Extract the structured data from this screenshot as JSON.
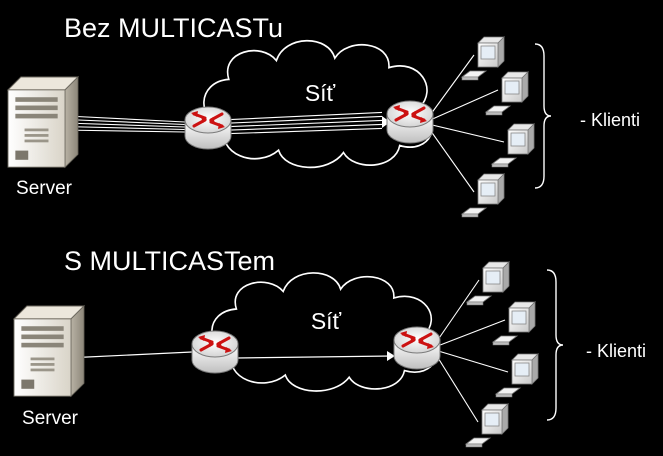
{
  "sections": [
    {
      "title": "Bez MULTICASTu",
      "cloud_label": "Síť",
      "server_label": "Server",
      "clients_label": "- Klienti",
      "mode": "unicast"
    },
    {
      "title": "S MULTICASTem",
      "cloud_label": "Síť",
      "server_label": "Server",
      "clients_label": "- Klienti",
      "mode": "multicast"
    }
  ],
  "colors": {
    "background": "#000000",
    "text": "#ffffff",
    "cloud": "#ffffff",
    "router_arrows": "#cc1111",
    "lines": "#ffffff"
  },
  "icons": [
    "server-icon",
    "router-icon",
    "cloud-icon",
    "computer-icon",
    "bracket-icon"
  ]
}
